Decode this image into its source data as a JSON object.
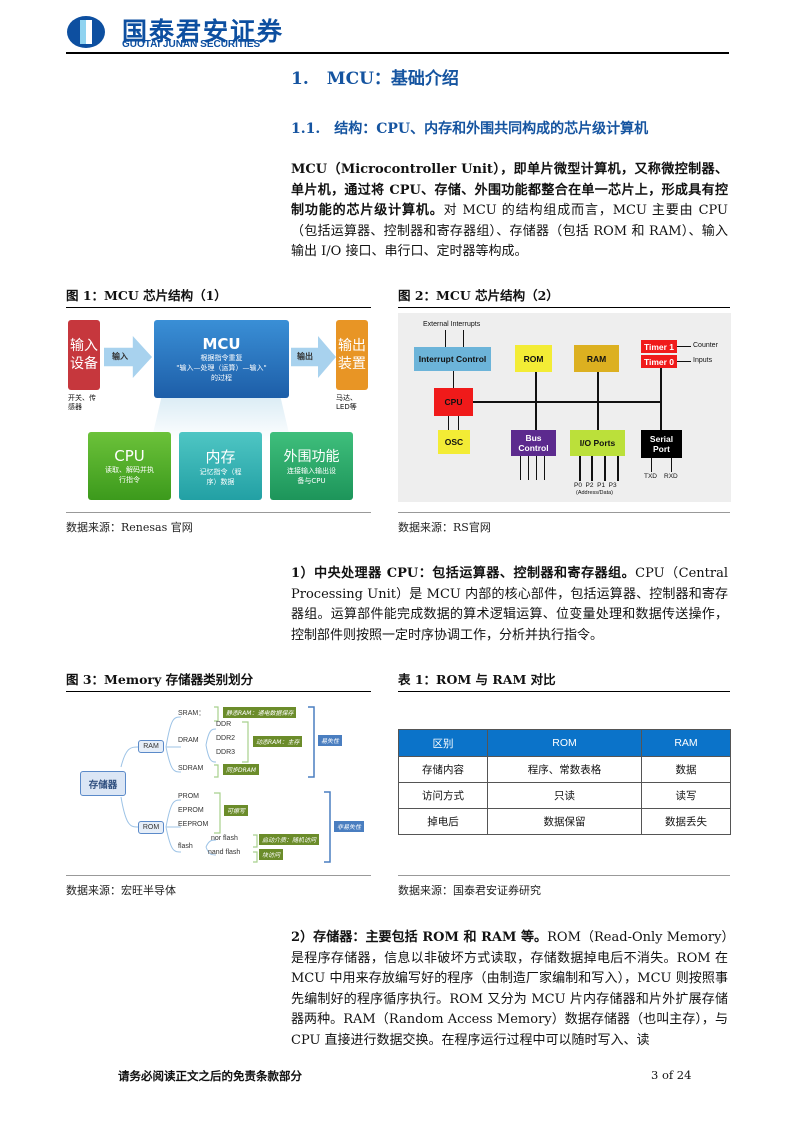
{
  "header": {
    "logo_cn": "国泰君安证券",
    "logo_en": "GUOTAI JUNAN SECURITIES"
  },
  "section": {
    "h1_num": "1.",
    "h1_title": "MCU：基础介绍",
    "h2_num": "1.1.",
    "h2_title": "结构：CPU、内存和外围共同构成的芯片级计算机"
  },
  "para1": {
    "bold": "MCU（Microcontroller Unit），即单片微型计算机，又称微控制器、单片机，通过将 CPU、存储、外围功能都整合在单一芯片上，形成具有控制功能的芯片级计算机。",
    "text": "对 MCU 的结构组成而言，MCU 主要由 CPU（包括运算器、控制器和寄存器组）、存储器（包括 ROM 和 RAM）、输入输出 I/O 接口、串行口、定时器等构成。"
  },
  "fig1": {
    "caption": "图 1：MCU 芯片结构（1）",
    "source": "数据来源：Renesas 官网",
    "input_dev": "输入设备",
    "input_ex": "开关、传感器",
    "input_arrow": "输入",
    "mcu_title": "MCU",
    "mcu_desc1": "根据指令重复",
    "mcu_desc2": "\"输入—处理（运算）—输入\"",
    "mcu_desc3": "的过程",
    "output_arrow": "输出",
    "output_dev": "输出装置",
    "output_ex": "马达、LED等",
    "cpu_title": "CPU",
    "cpu_desc": "读取、解码并执行指令",
    "mem_title": "内存",
    "mem_desc": "记忆指令（程序）数据",
    "per_title": "外围功能",
    "per_desc": "连接输入输出设备与CPU"
  },
  "fig2": {
    "caption": "图 2：MCU 芯片结构（2）",
    "source": "数据来源：RS官网",
    "ext_int": "External Interrupts",
    "int_ctrl": "Interrupt Control",
    "rom": "ROM",
    "ram": "RAM",
    "timer1": "Timer 1",
    "timer0": "Timer 0",
    "counter": "Counter",
    "inputs": "Inputs",
    "cpu": "CPU",
    "osc": "OSC",
    "bus": "Bus Control",
    "io": "I/O Ports",
    "serial": "Serial Port",
    "ports": "P0  P2  P1  P3",
    "addr": "(Address/Data)",
    "txd": "TXD",
    "rxd": "RXD"
  },
  "para2": {
    "bold": "1）中央处理器 CPU：包括运算器、控制器和寄存器组。",
    "text": "CPU（Central Processing Unit）是 MCU 内部的核心部件，包括运算器、控制器和寄存器组。运算部件能完成数据的算术逻辑运算、位变量处理和数据传送操作，控制部件则按照一定时序协调工作，分析并执行指令。"
  },
  "fig3": {
    "caption": "图 3：Memory 存储器类别划分",
    "source": "数据来源：宏旺半导体",
    "root": "存储器",
    "ram": "RAM",
    "rom": "ROM",
    "sram": "SRAM：",
    "dram": "DRAM",
    "ddr": "DDR",
    "ddr2": "DDR2",
    "ddr3": "DDR3",
    "sdram": "SDRAM",
    "prom": "PROM",
    "eprom": "EPROM",
    "eeprom": "EEPROM",
    "flash": "flash",
    "nor": "nor flash",
    "nand": "nand flash",
    "t_sram": "静态RAM：通电数据保存",
    "t_dram": "动态RAM：主存",
    "t_sdram": "同步DRAM",
    "t_vol": "易失性",
    "t_rw": "可擦写",
    "t_nor": "启动介质：随机访问",
    "t_nand": "块访问",
    "t_nonvol": "非易失性"
  },
  "table1": {
    "caption": "表 1：ROM 与 RAM 对比",
    "source": "数据来源：国泰君安证券研究",
    "headers": [
      "区别",
      "ROM",
      "RAM"
    ],
    "rows": [
      [
        "存储内容",
        "程序、常数表格",
        "数据"
      ],
      [
        "访问方式",
        "只读",
        "读写"
      ],
      [
        "掉电后",
        "数据保留",
        "数据丢失"
      ]
    ]
  },
  "para3": {
    "bold": "2）存储器：主要包括 ROM 和 RAM 等。",
    "text": "ROM（Read-Only Memory）是程序存储器，信息以非破坏方式读取，存储数据掉电后不消失。ROM 在 MCU 中用来存放编写好的程序（由制造厂家编制和写入），MCU 则按照事先编制好的程序循序执行。ROM 又分为 MCU 片内存储器和片外扩展存储器两种。RAM（Random Access Memory）数据存储器（也叫主存），与 CPU 直接进行数据交换。在程序运行过程中可以随时写入、读"
  },
  "footer": {
    "disclaimer": "请务必阅读正文之后的免责条款部分",
    "page": "3 of 24"
  }
}
